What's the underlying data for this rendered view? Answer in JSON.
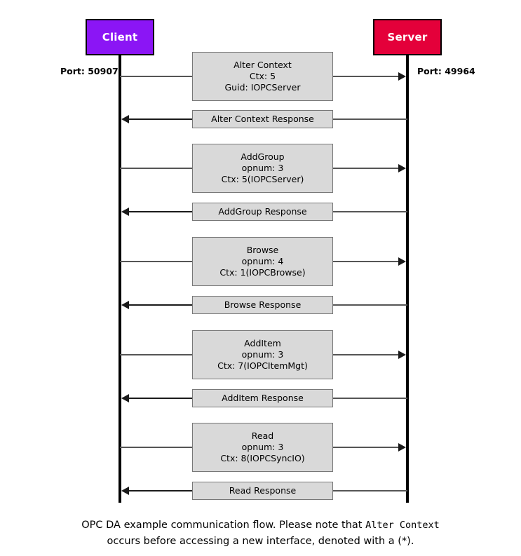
{
  "diagram": {
    "type": "sequence-diagram",
    "title_caption_line1_pre": "OPC DA example communication flow. Please note that ",
    "title_caption_mono": "Alter Context",
    "title_caption_line2": "occurs before accessing a new interface, denoted with a (*).",
    "colors": {
      "client_fill": "#8B15F5",
      "server_fill": "#E4003A",
      "actor_border": "#000000",
      "lifeline": "#000000",
      "message_box_fill": "#d9d9d9",
      "message_box_border": "#777777",
      "wire": "#555555",
      "arrow": "#1a1a1a",
      "text": "#000000",
      "actor_text": "#ffffff"
    }
  },
  "actors": {
    "client": {
      "label": "Client",
      "port_label": "Port: 50907"
    },
    "server": {
      "label": "Server",
      "port_label": "Port: 49964"
    }
  },
  "messages": [
    {
      "id": "alter-context",
      "direction": "client-to-server",
      "lines": [
        "Alter Context",
        "Ctx: 5",
        "Guid: IOPCServer"
      ],
      "size": "tall"
    },
    {
      "id": "alter-context-response",
      "direction": "server-to-client",
      "lines": [
        "Alter Context Response"
      ],
      "size": "short"
    },
    {
      "id": "addgroup",
      "direction": "client-to-server",
      "lines": [
        "AddGroup",
        "opnum: 3",
        "Ctx: 5(IOPCServer)"
      ],
      "size": "tall"
    },
    {
      "id": "addgroup-response",
      "direction": "server-to-client",
      "lines": [
        "AddGroup Response"
      ],
      "size": "short"
    },
    {
      "id": "browse",
      "direction": "client-to-server",
      "lines": [
        "Browse",
        "opnum: 4",
        "Ctx: 1(IOPCBrowse)"
      ],
      "size": "tall"
    },
    {
      "id": "browse-response",
      "direction": "server-to-client",
      "lines": [
        "Browse Response"
      ],
      "size": "short"
    },
    {
      "id": "additem",
      "direction": "client-to-server",
      "lines": [
        "AddItem",
        "opnum: 3",
        "Ctx: 7(IOPCItemMgt)"
      ],
      "size": "tall"
    },
    {
      "id": "additem-response",
      "direction": "server-to-client",
      "lines": [
        "AddItem Response"
      ],
      "size": "short"
    },
    {
      "id": "read",
      "direction": "client-to-server",
      "lines": [
        "Read",
        "opnum: 3",
        "Ctx: 8(IOPCSyncIO)"
      ],
      "size": "tall"
    },
    {
      "id": "read-response",
      "direction": "server-to-client",
      "lines": [
        "Read Response"
      ],
      "size": "short"
    }
  ]
}
